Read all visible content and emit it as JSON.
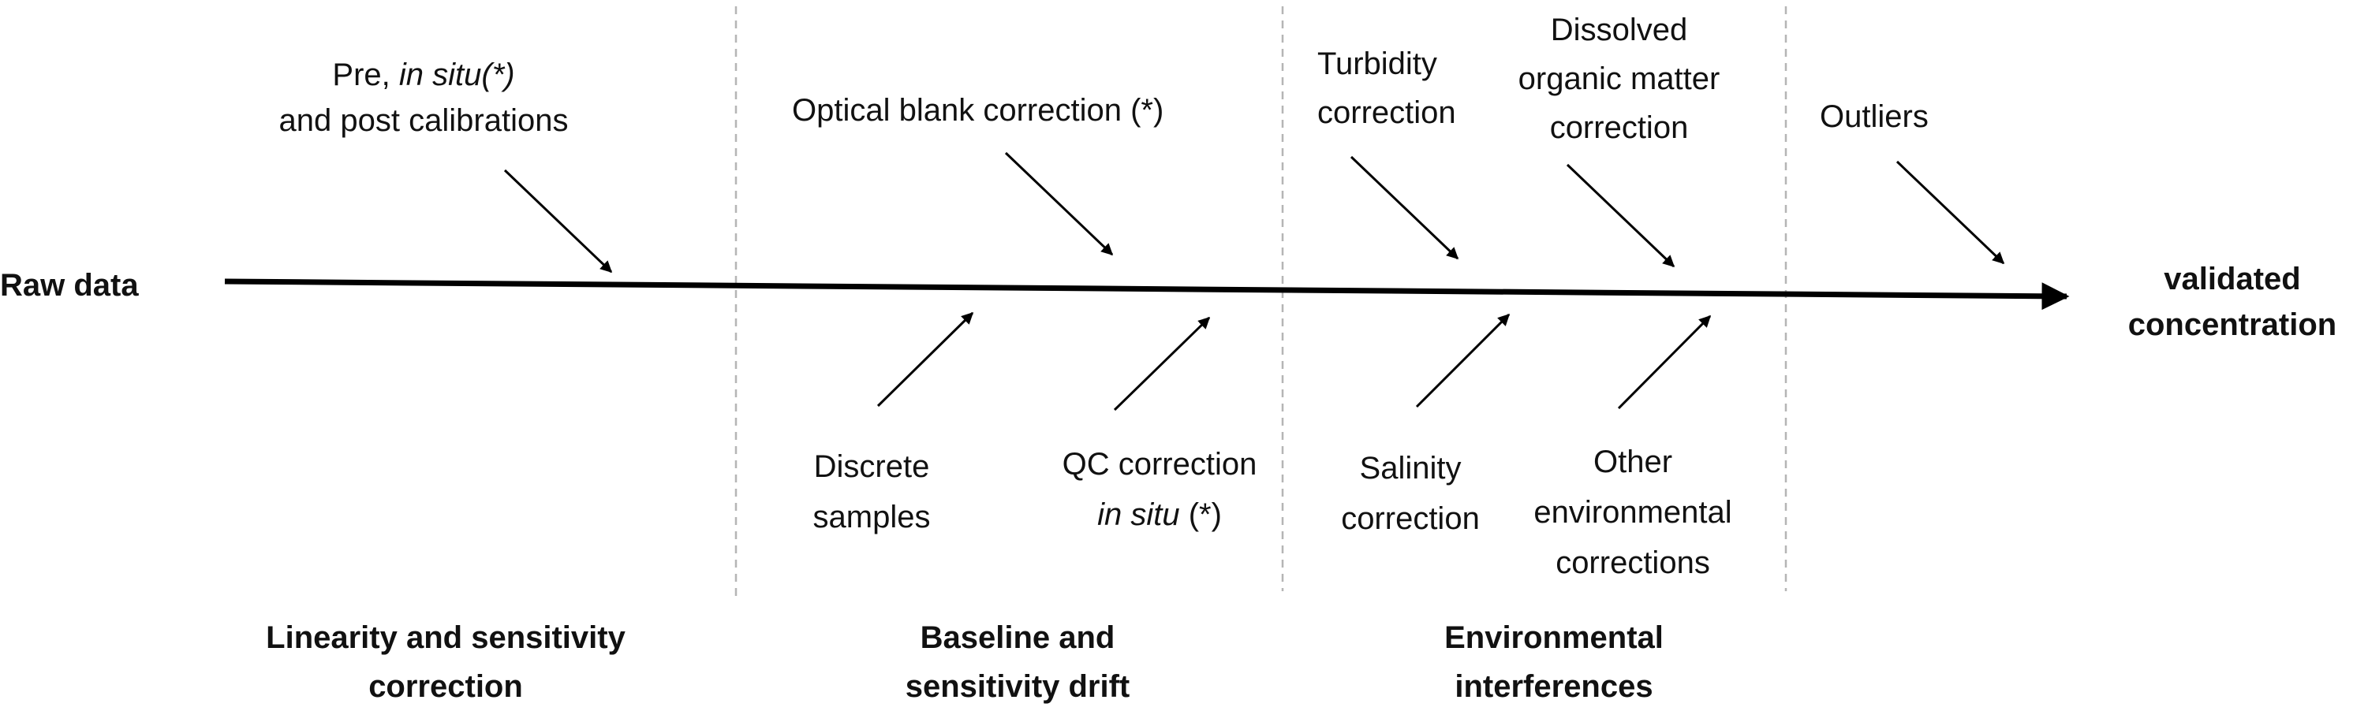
{
  "start_label": "Raw data",
  "end_label": [
    "validated",
    "concentration"
  ],
  "causes": [
    {
      "id": "calibrations",
      "lines": [
        [
          {
            "t": "Pre, ",
            "i": false
          },
          {
            "t": "in situ(*)",
            "i": true
          }
        ],
        [
          {
            "t": "and post calibrations",
            "i": false
          }
        ]
      ]
    },
    {
      "id": "optical-blank",
      "lines": [
        [
          {
            "t": "Optical blank correction (*)",
            "i": false
          }
        ]
      ]
    },
    {
      "id": "turbidity",
      "lines": [
        [
          {
            "t": "Turbidity",
            "i": false
          }
        ],
        [
          {
            "t": "correction",
            "i": false
          }
        ]
      ]
    },
    {
      "id": "dom",
      "lines": [
        [
          {
            "t": "Dissolved",
            "i": false
          }
        ],
        [
          {
            "t": "organic matter",
            "i": false
          }
        ],
        [
          {
            "t": "correction",
            "i": false
          }
        ]
      ]
    },
    {
      "id": "outliers",
      "lines": [
        [
          {
            "t": "Outliers",
            "i": false
          }
        ]
      ]
    },
    {
      "id": "discrete-samples",
      "lines": [
        [
          {
            "t": "Discrete",
            "i": false
          }
        ],
        [
          {
            "t": "samples",
            "i": false
          }
        ]
      ]
    },
    {
      "id": "qc-correction",
      "lines": [
        [
          {
            "t": "QC correction",
            "i": false
          }
        ],
        [
          {
            "t": "in situ",
            "i": true
          },
          {
            "t": " (*)",
            "i": false
          }
        ]
      ]
    },
    {
      "id": "salinity",
      "lines": [
        [
          {
            "t": "Salinity",
            "i": false
          }
        ],
        [
          {
            "t": "correction",
            "i": false
          }
        ]
      ]
    },
    {
      "id": "other-env",
      "lines": [
        [
          {
            "t": "Other",
            "i": false
          }
        ],
        [
          {
            "t": "environmental",
            "i": false
          }
        ],
        [
          {
            "t": "corrections",
            "i": false
          }
        ]
      ]
    }
  ],
  "groups": [
    {
      "id": "linearity",
      "lines": [
        "Linearity and sensitivity",
        "correction"
      ]
    },
    {
      "id": "baseline",
      "lines": [
        "Baseline and",
        "sensitivity drift"
      ]
    },
    {
      "id": "environmental",
      "lines": [
        "Environmental",
        "interferences"
      ]
    }
  ]
}
